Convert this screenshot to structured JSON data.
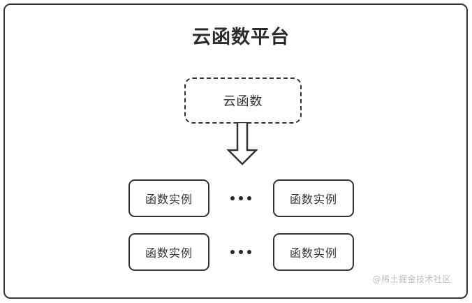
{
  "diagram": {
    "platform": {
      "title": "云函数平台"
    },
    "function_unit": {
      "label": "云函数",
      "border_style": "dashed"
    },
    "arrow": {
      "icon": "down-block-arrow",
      "direction": "down"
    },
    "instance_rows": [
      {
        "left": {
          "label": "函数实例"
        },
        "separator": "…",
        "right": {
          "label": "函数实例"
        }
      },
      {
        "left": {
          "label": "函数实例"
        },
        "separator": "…",
        "right": {
          "label": "函数实例"
        }
      }
    ],
    "watermark": "@稀土掘金技术社区",
    "colors": {
      "stroke": "#333333",
      "title_text": "#2b2b2b",
      "body_text": "#333333",
      "background": "#ffffff",
      "watermark_text": "#bdbdbd"
    }
  }
}
